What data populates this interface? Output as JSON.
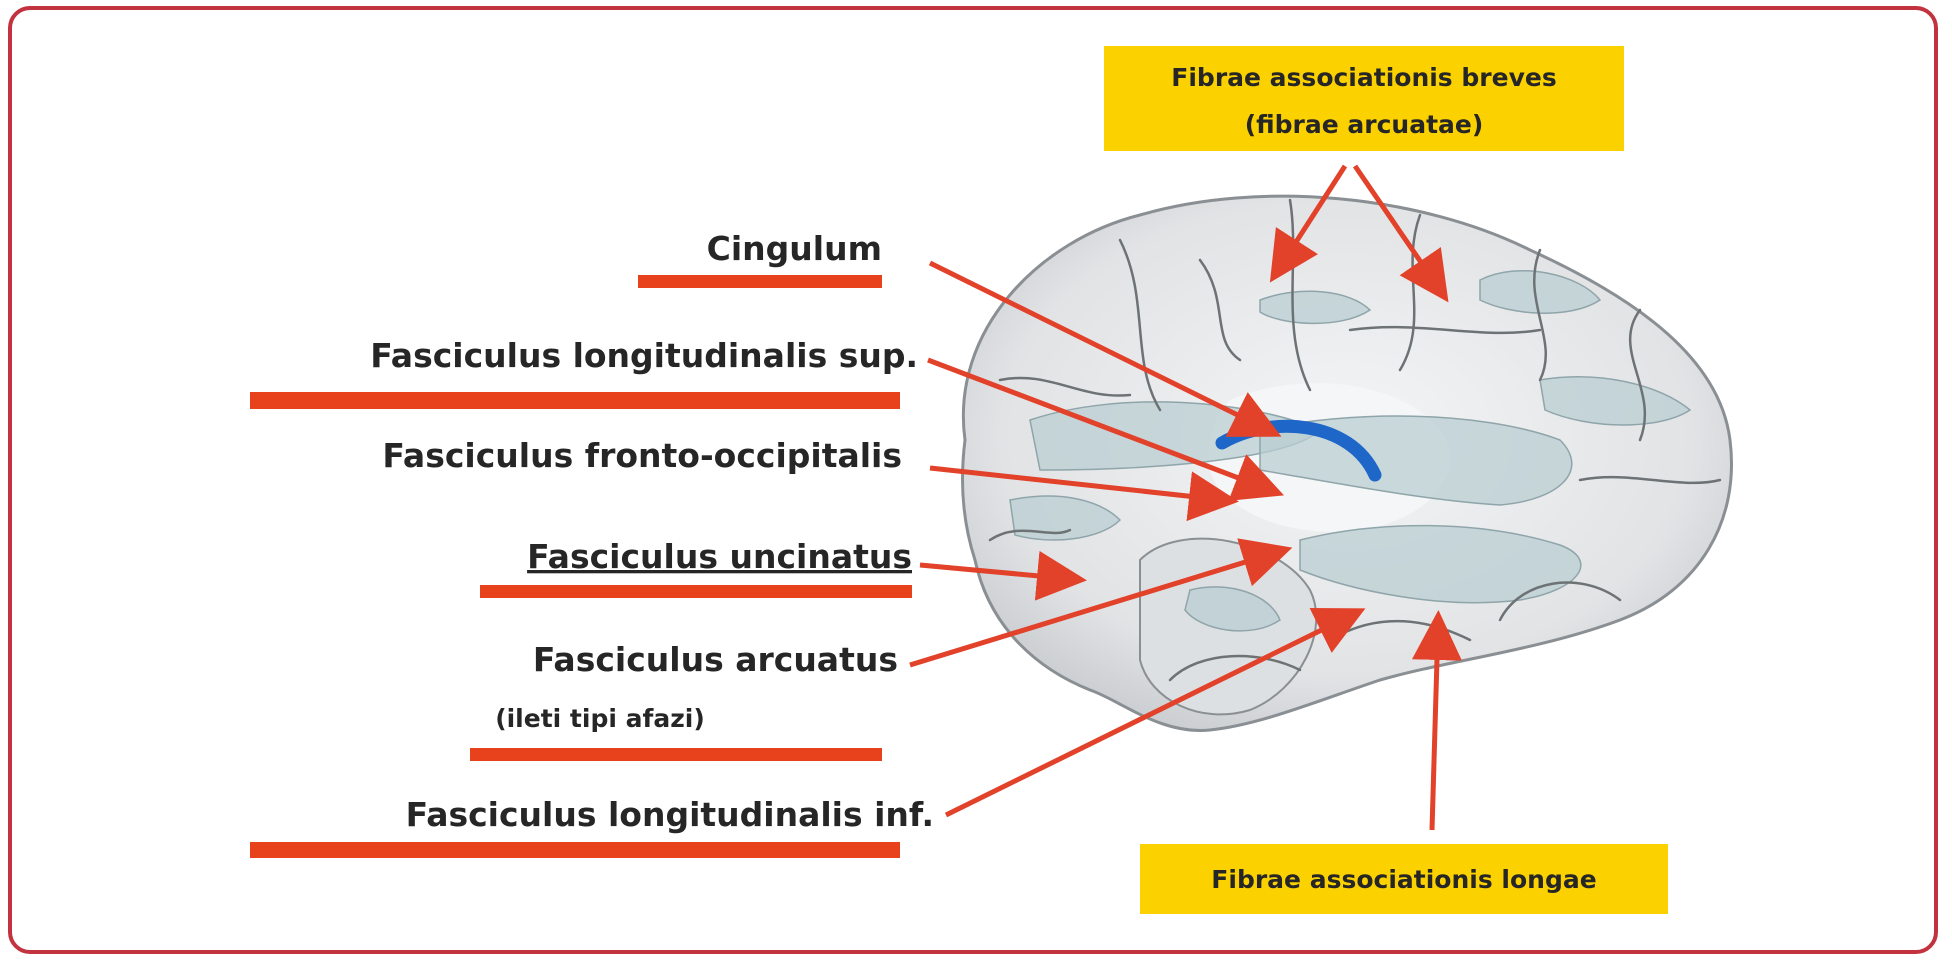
{
  "labels": {
    "cingulum": "Cingulum",
    "fasciculus_long_sup": "Fasciculus longitudinalis sup.",
    "fasciculus_fronto_occipitalis": "Fasciculus fronto-occipitalis",
    "fasciculus_uncinatus": "Fasciculus uncinatus",
    "fasciculus_arcuatus": "Fasciculus arcuatus",
    "fasciculus_arcuatus_note": "(ileti tipi afazi)",
    "fasciculus_long_inf": "Fasciculus longitudinalis inf."
  },
  "boxes": {
    "breves_line1": "Fibrae associationis breves",
    "breves_line2": "(fibrae arcuatae)",
    "longae": "Fibrae associationis longae"
  },
  "colors": {
    "frame": "#c2323f",
    "underline": "#e8421c",
    "leader": "#e2412a",
    "box_fill": "#fbd100",
    "brain_fill": "#e5e7e9",
    "fiber_fill": "#b9cdd1",
    "sulcus": "#6d7275",
    "arcuatus_highlight": "#1f66c9"
  }
}
